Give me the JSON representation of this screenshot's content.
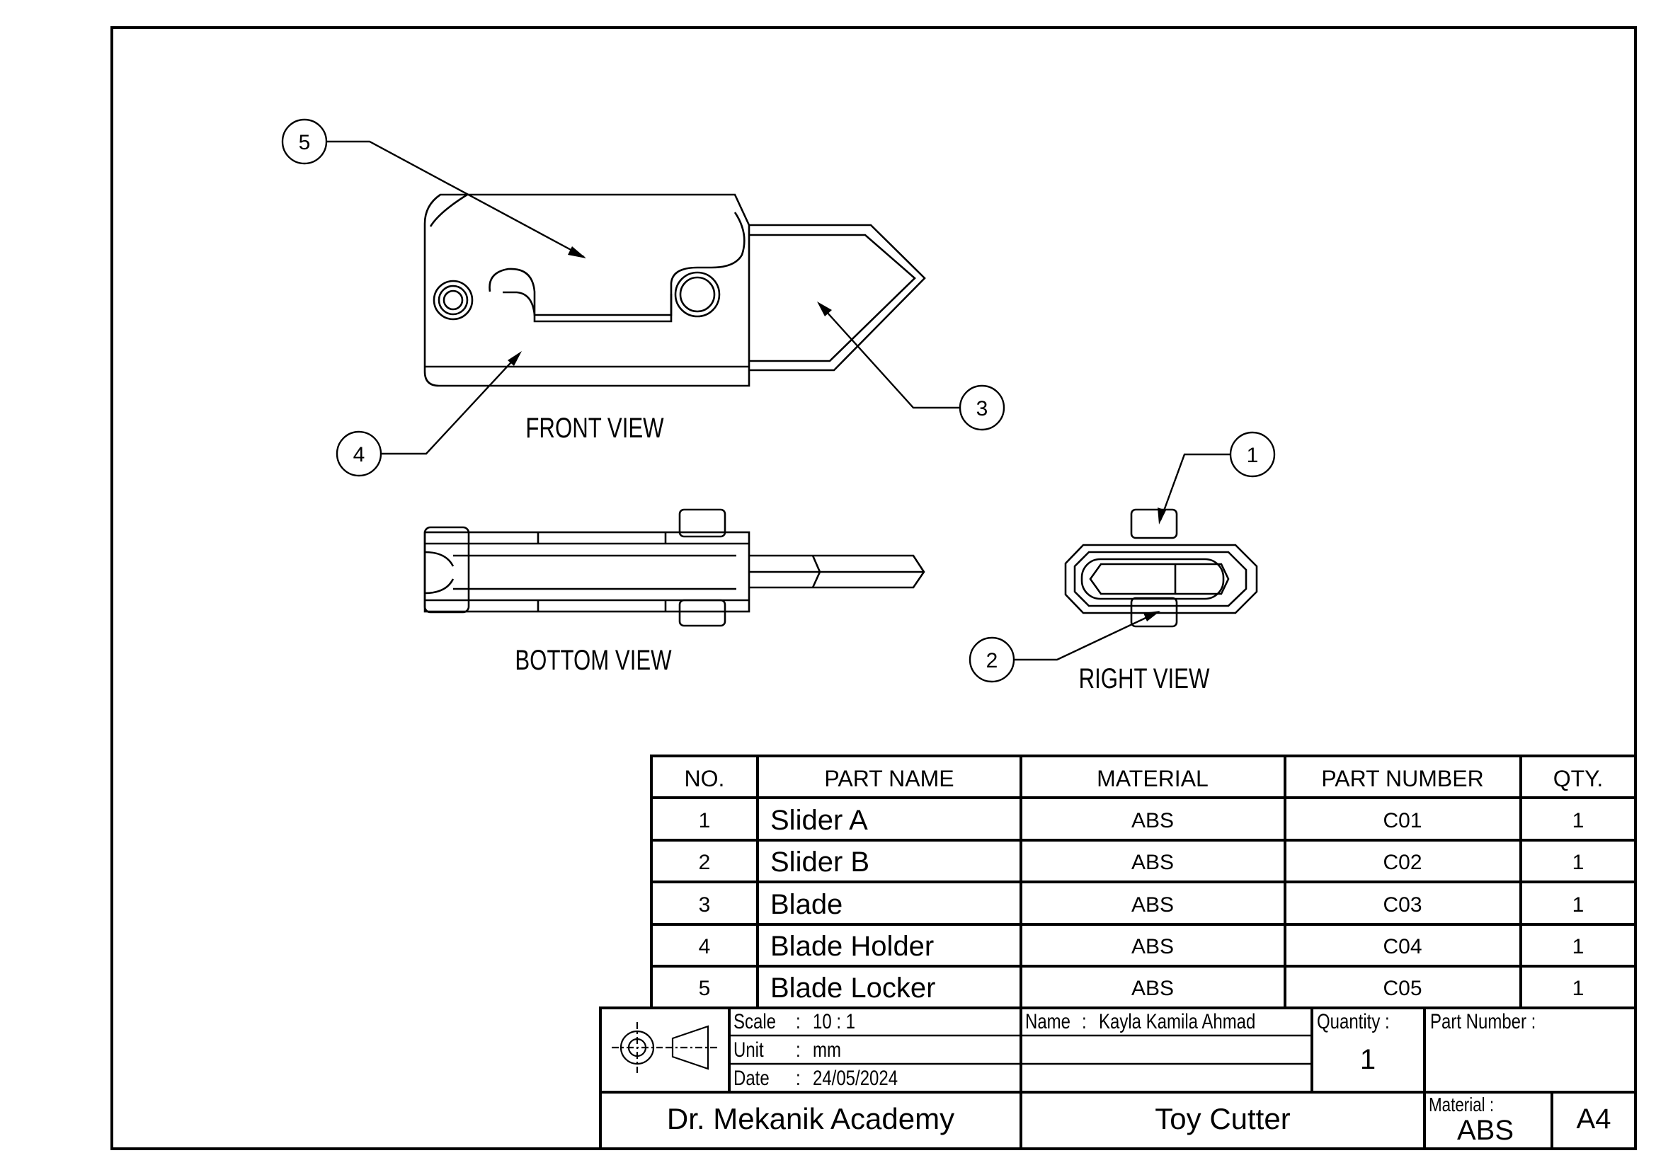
{
  "views": {
    "front": "FRONT VIEW",
    "bottom": "BOTTOM VIEW",
    "right": "RIGHT VIEW"
  },
  "balloons": [
    "1",
    "2",
    "3",
    "4",
    "5"
  ],
  "bom": {
    "headers": [
      "NO.",
      "PART NAME",
      "MATERIAL",
      "PART NUMBER",
      "QTY."
    ],
    "rows": [
      {
        "no": "1",
        "name": "Slider A",
        "material": "ABS",
        "number": "C01",
        "qty": "1"
      },
      {
        "no": "2",
        "name": "Slider B",
        "material": "ABS",
        "number": "C02",
        "qty": "1"
      },
      {
        "no": "3",
        "name": "Blade",
        "material": "ABS",
        "number": "C03",
        "qty": "1"
      },
      {
        "no": "4",
        "name": "Blade Holder",
        "material": "ABS",
        "number": "C04",
        "qty": "1"
      },
      {
        "no": "5",
        "name": "Blade Locker",
        "material": "ABS",
        "number": "C05",
        "qty": "1"
      }
    ]
  },
  "title_block": {
    "scale_label": "Scale",
    "scale_value": "10 : 1",
    "unit_label": "Unit",
    "unit_value": "mm",
    "date_label": "Date",
    "date_value": "24/05/2024",
    "sep": ":",
    "name_label": "Name",
    "name_value": "Kayla Kamila Ahmad",
    "quantity_label": "Quantity :",
    "quantity_value": "1",
    "part_number_label": "Part Number :",
    "company": "Dr. Mekanik Academy",
    "title": "Toy Cutter",
    "material_label": "Material :",
    "material_value": "ABS",
    "size": "A4"
  }
}
